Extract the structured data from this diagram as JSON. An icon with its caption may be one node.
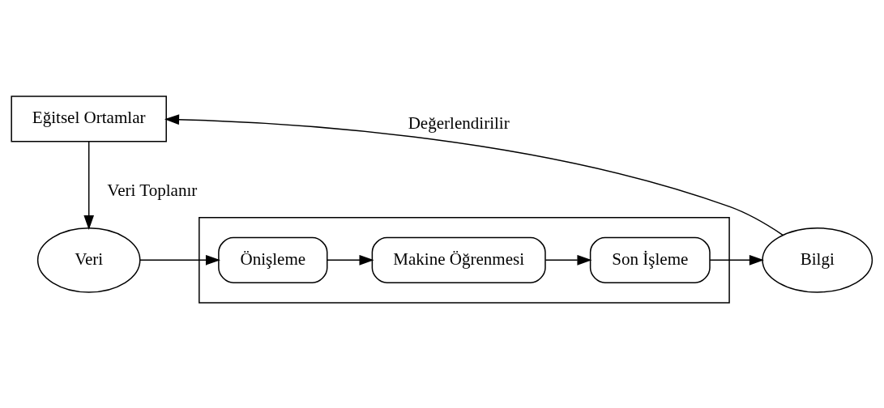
{
  "diagram": {
    "nodes": [
      {
        "text": [
          "Eğitsel Ortamlar"
        ]
      },
      {
        "text": [
          "Veri"
        ]
      },
      {
        "text": [],
        "shape": "box"
      },
      {
        "text": [
          "Önişleme"
        ],
        "in": 2
      },
      {
        "text": [
          "Makine Öğrenmesi"
        ],
        "in": 2
      },
      {
        "text": [
          "Son İşleme"
        ],
        "in": 2
      },
      {
        "text": [
          "Bilgi"
        ]
      }
    ],
    "edges": [
      {
        "from": 0,
        "to": 1,
        "arrow": "to",
        "label": "Veri Toplanır"
      },
      {
        "from": 1,
        "to": 3,
        "arrow": "to"
      },
      {
        "from": 3,
        "to": 4,
        "arrow": "to"
      },
      {
        "from": 4,
        "to": 5,
        "arrow": "to"
      },
      {
        "from": 5,
        "to": 6,
        "arrow": "to"
      },
      {
        "from": 6,
        "to": 0,
        "arrow": "to",
        "label": "Değerlendirilir"
      }
    ]
  }
}
